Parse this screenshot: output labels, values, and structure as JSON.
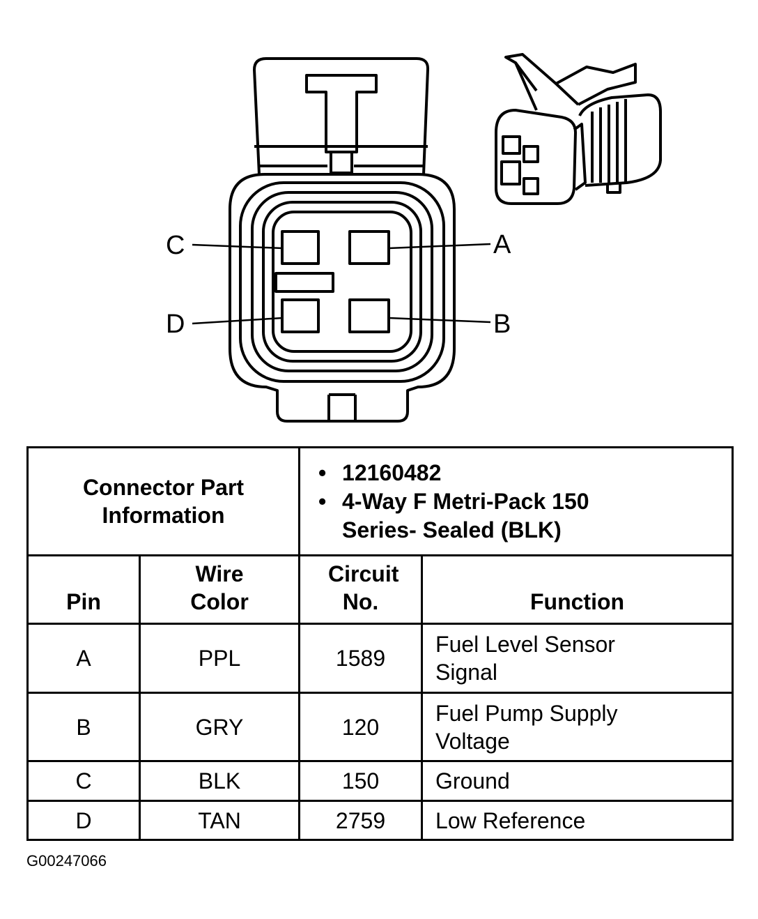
{
  "pins": {
    "a": "A",
    "b": "B",
    "c": "C",
    "d": "D"
  },
  "connector_info": {
    "label": "Connector Part Information",
    "items": [
      "12160482",
      "4-Way F Metri-Pack 150 Series- Sealed (BLK)"
    ]
  },
  "table": {
    "headers": {
      "pin": "Pin",
      "wire_color": "Wire Color",
      "circuit_no": "Circuit No.",
      "function": "Function"
    },
    "rows": [
      {
        "pin": "A",
        "wire_color": "PPL",
        "circuit_no": "1589",
        "function": "Fuel Level Sensor Signal"
      },
      {
        "pin": "B",
        "wire_color": "GRY",
        "circuit_no": "120",
        "function": "Fuel Pump Supply Voltage"
      },
      {
        "pin": "C",
        "wire_color": "BLK",
        "circuit_no": "150",
        "function": "Ground"
      },
      {
        "pin": "D",
        "wire_color": "TAN",
        "circuit_no": "2759",
        "function": "Low Reference"
      }
    ]
  },
  "figure_id": "G00247066"
}
